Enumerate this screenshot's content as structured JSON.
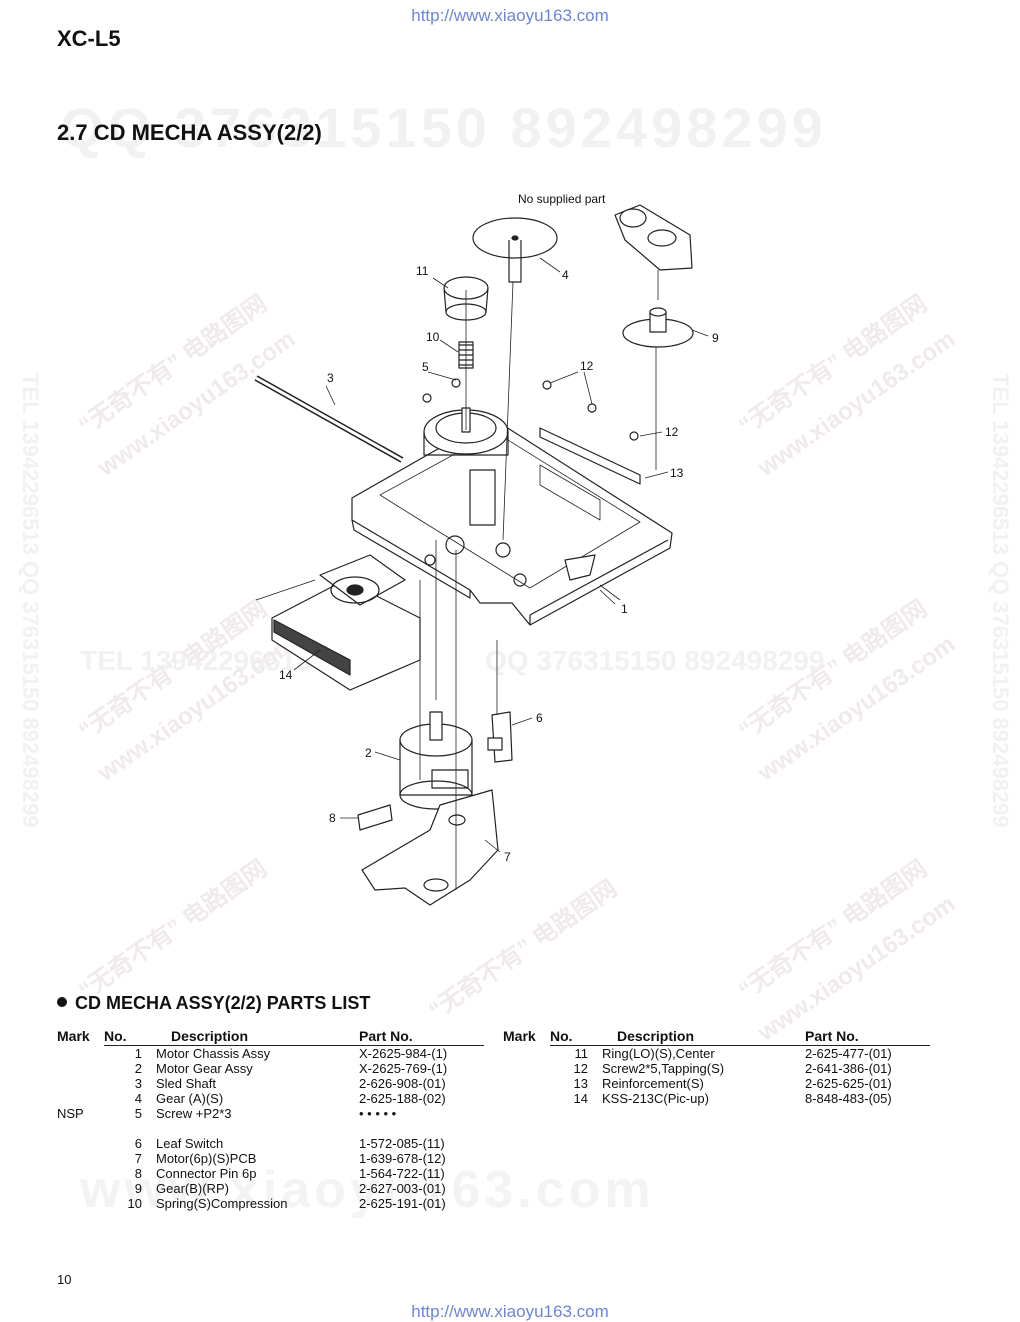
{
  "header": {
    "url_top": "http://www.xiaoyu163.com",
    "model": "XC-L5"
  },
  "section_title": "2.7 CD MECHA ASSY(2/2)",
  "watermarks": {
    "qq_line": "QQ 376315150 892498299",
    "tel_line": "TEL 13942296513",
    "mid_line": "QQ 376315150 892498299",
    "side_text": "TEL 13942296513 QQ 376315150 892498299",
    "stamp_cn": "“无奇不有” 电路图网",
    "stamp_url": "www.xiaoyu163.com",
    "bottom_url": "www.xiaoyu163.com"
  },
  "diagram": {
    "note": "No supplied part",
    "callouts": {
      "c1": "1",
      "c2": "2",
      "c3": "3",
      "c4": "4",
      "c5": "5",
      "c6": "6",
      "c7": "7",
      "c8": "8",
      "c9": "9",
      "c10": "10",
      "c11": "11",
      "c12a": "12",
      "c12b": "12",
      "c13": "13",
      "c14": "14"
    }
  },
  "parts_list": {
    "title": "CD MECHA ASSY(2/2) PARTS LIST",
    "headers": {
      "mark": "Mark",
      "no": "No.",
      "description": "Description",
      "part_no": "Part No."
    },
    "left": [
      {
        "mark": "",
        "no": "1",
        "description": "Motor Chassis Assy",
        "part_no": "X-2625-984-(1)"
      },
      {
        "mark": "",
        "no": "2",
        "description": "Motor Gear Assy",
        "part_no": "X-2625-769-(1)"
      },
      {
        "mark": "",
        "no": "3",
        "description": "Sled Shaft",
        "part_no": "2-626-908-(01)"
      },
      {
        "mark": "",
        "no": "4",
        "description": "Gear (A)(S)",
        "part_no": "2-625-188-(02)"
      },
      {
        "mark": "NSP",
        "no": "5",
        "description": "Screw +P2*3",
        "part_no": "• • • • •"
      },
      {
        "mark": "",
        "no": "",
        "description": "",
        "part_no": ""
      },
      {
        "mark": "",
        "no": "6",
        "description": "Leaf Switch",
        "part_no": "1-572-085-(11)"
      },
      {
        "mark": "",
        "no": "7",
        "description": "Motor(6p)(S)PCB",
        "part_no": "1-639-678-(12)"
      },
      {
        "mark": "",
        "no": "8",
        "description": "Connector Pin 6p",
        "part_no": "1-564-722-(11)"
      },
      {
        "mark": "",
        "no": "9",
        "description": "Gear(B)(RP)",
        "part_no": "2-627-003-(01)"
      },
      {
        "mark": "",
        "no": "10",
        "description": "Spring(S)Compression",
        "part_no": "2-625-191-(01)"
      }
    ],
    "right": [
      {
        "mark": "",
        "no": "11",
        "description": "Ring(LO)(S),Center",
        "part_no": "2-625-477-(01)"
      },
      {
        "mark": "",
        "no": "12",
        "description": "Screw2*5,Tapping(S)",
        "part_no": "2-641-386-(01)"
      },
      {
        "mark": "",
        "no": "13",
        "description": "Reinforcement(S)",
        "part_no": "2-625-625-(01)"
      },
      {
        "mark": "",
        "no": "14",
        "description": "KSS-213C(Pic-up)",
        "part_no": "8-848-483-(05)"
      }
    ]
  },
  "footer": {
    "page_number": "10",
    "url_bottom": "http://www.xiaoyu163.com"
  }
}
